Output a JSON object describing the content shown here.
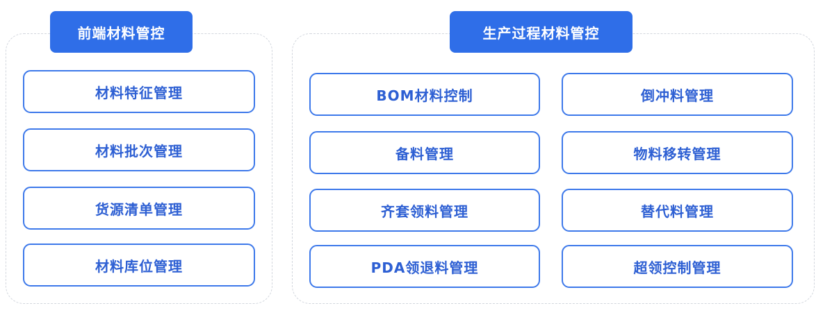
{
  "groups": [
    {
      "title": "前端材料管控",
      "items": [
        "材料特征管理",
        "材料批次管理",
        "货源清单管理",
        "材料库位管理"
      ]
    },
    {
      "title": "生产过程材料管控",
      "items": [
        "BOM材料控制",
        "倒冲料管理",
        "备料管理",
        "物料移转管理",
        "齐套领料管理",
        "替代料管理",
        "PDA领退料管理",
        "超领控制管理"
      ]
    }
  ],
  "colors": {
    "accent": "#2f6ee8",
    "item_border": "#3c78ea",
    "item_text": "#2d5fd3",
    "dashed_border": "#d2d6dd"
  }
}
